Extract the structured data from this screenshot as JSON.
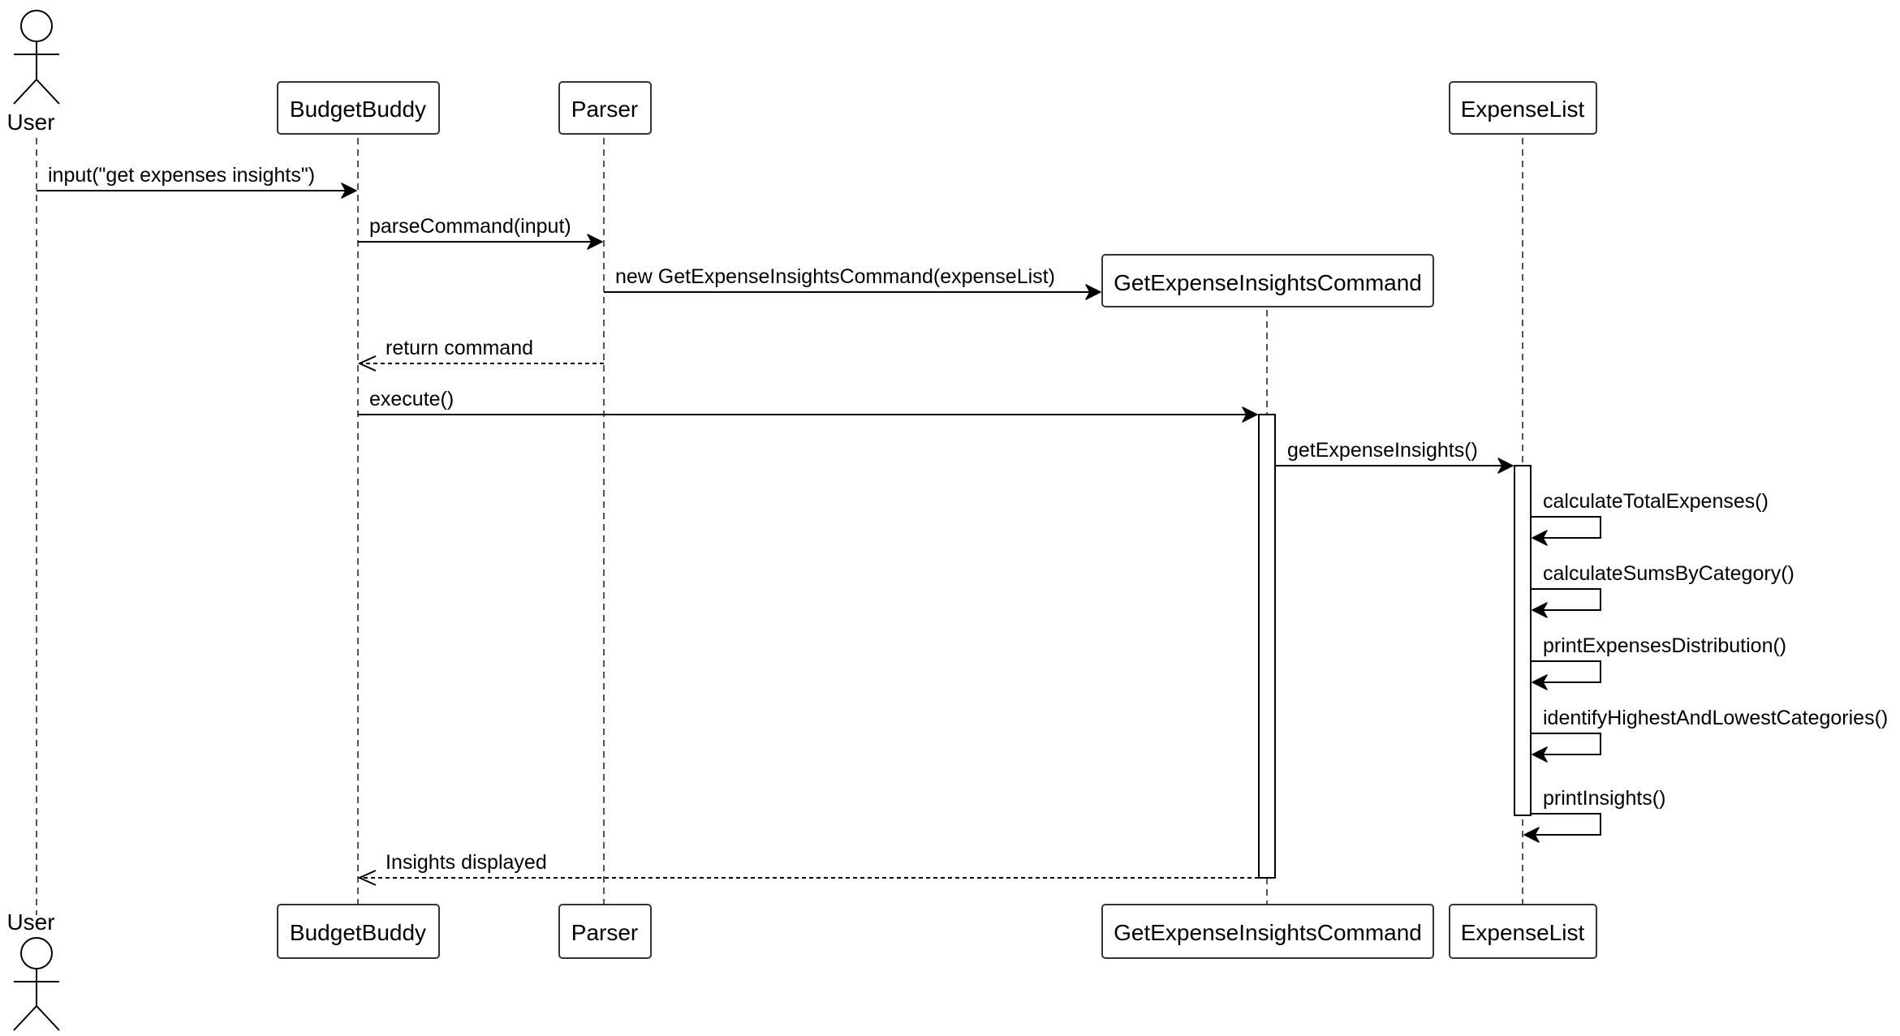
{
  "participants": [
    {
      "id": "user",
      "label": "User",
      "kind": "actor"
    },
    {
      "id": "budgetbuddy",
      "label": "BudgetBuddy",
      "kind": "box"
    },
    {
      "id": "parser",
      "label": "Parser",
      "kind": "box"
    },
    {
      "id": "getexpenseinsightscommand",
      "label": "GetExpenseInsightsCommand",
      "kind": "box"
    },
    {
      "id": "expenselist",
      "label": "ExpenseList",
      "kind": "box"
    }
  ],
  "messages": [
    {
      "from": "user",
      "to": "budgetbuddy",
      "label": "input(\"get expenses insights\")",
      "type": "sync"
    },
    {
      "from": "budgetbuddy",
      "to": "parser",
      "label": "parseCommand(input)",
      "type": "sync"
    },
    {
      "from": "parser",
      "to": "getexpenseinsightscommand",
      "label": "new GetExpenseInsightsCommand(expenseList)",
      "type": "create"
    },
    {
      "from": "parser",
      "to": "budgetbuddy",
      "label": "return command",
      "type": "return"
    },
    {
      "from": "budgetbuddy",
      "to": "getexpenseinsightscommand",
      "label": "execute()",
      "type": "sync"
    },
    {
      "from": "getexpenseinsightscommand",
      "to": "expenselist",
      "label": "getExpenseInsights()",
      "type": "sync"
    },
    {
      "from": "expenselist",
      "to": "expenselist",
      "label": "calculateTotalExpenses()",
      "type": "self"
    },
    {
      "from": "expenselist",
      "to": "expenselist",
      "label": "calculateSumsByCategory()",
      "type": "self"
    },
    {
      "from": "expenselist",
      "to": "expenselist",
      "label": "printExpensesDistribution()",
      "type": "self"
    },
    {
      "from": "expenselist",
      "to": "expenselist",
      "label": "identifyHighestAndLowestCategories()",
      "type": "self"
    },
    {
      "from": "expenselist",
      "to": "expenselist",
      "label": "printInsights()",
      "type": "self"
    },
    {
      "from": "getexpenseinsightscommand",
      "to": "budgetbuddy",
      "label": "Insights displayed",
      "type": "return"
    }
  ]
}
